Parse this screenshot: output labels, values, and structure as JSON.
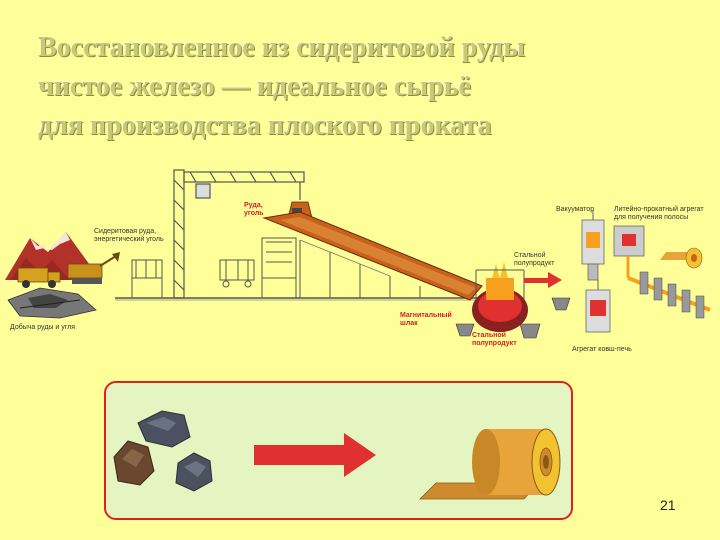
{
  "slide": {
    "title_lines": [
      "Восстановленное из сидеритовой руды",
      "чистое железо — идеальное сырьё",
      "для производства плоского проката"
    ],
    "page_number": "21"
  },
  "diagram": {
    "labels": {
      "ore_coal_top": [
        "Руда,",
        "уголь"
      ],
      "siderite_ore": [
        "Сидеритовая руда,",
        "энергетический уголь"
      ],
      "mining": "Добыча руды и угля",
      "steel_semi_top": [
        "Стальной",
        "полупродукт"
      ],
      "magnetic_slag": [
        "Магнитальный",
        "шлак"
      ],
      "steel_semi_bottom": [
        "Стальной",
        "полупродукт"
      ],
      "vacuumator": "Вакууматор",
      "caster": [
        "Литейно-прокатный агрегат",
        "для получения полосы"
      ],
      "ladle_furnace": "Агрегат ковш-печь"
    },
    "colors": {
      "background": "#FFFF99",
      "conveyor": "#C8621A",
      "arrow": "#E03030",
      "panel_border": "#E02020",
      "panel_fill": "#E4F5C2"
    }
  }
}
